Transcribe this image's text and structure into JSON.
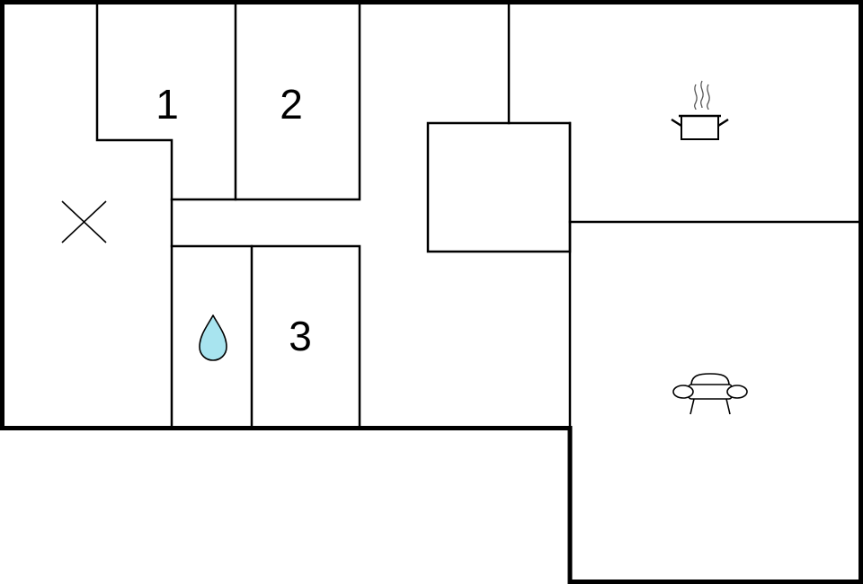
{
  "floorplan": {
    "rooms": [
      {
        "id": "bedroom-1",
        "label": "1"
      },
      {
        "id": "bedroom-2",
        "label": "2"
      },
      {
        "id": "bedroom-3",
        "label": "3"
      }
    ],
    "icons": [
      {
        "id": "entrance",
        "icon": "cross-icon"
      },
      {
        "id": "bathroom",
        "icon": "water-drop-icon",
        "color": "#a8e4ef"
      },
      {
        "id": "kitchen",
        "icon": "cooking-pot-icon"
      },
      {
        "id": "living-room",
        "icon": "sofa-icon"
      }
    ],
    "colors": {
      "wall": "#000000",
      "background": "#ffffff",
      "water_drop": "#a8e4ef"
    }
  }
}
